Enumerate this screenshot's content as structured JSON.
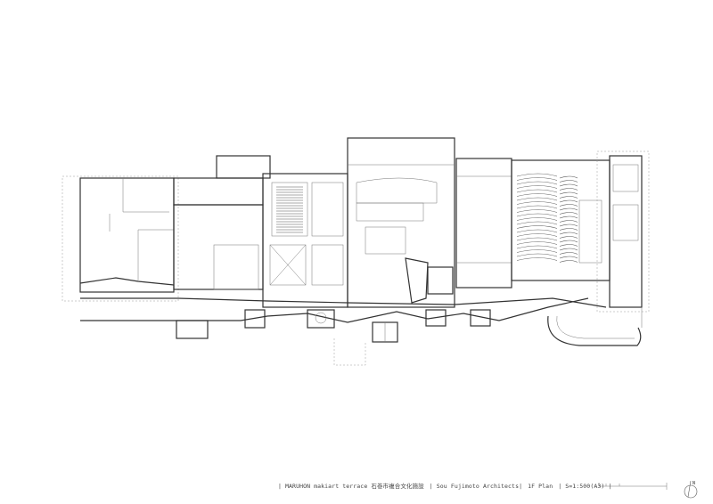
{
  "drawing": {
    "title_block": {
      "project": "| MARUHON makiart terrace 石巻市複合文化施設",
      "architect": "| Sou Fujimoto Architects|",
      "sheet": "1F Plan",
      "scale": "| S=1:500(A3) |"
    },
    "north_label": "N",
    "line_color": "#333333",
    "background": "#ffffff"
  }
}
